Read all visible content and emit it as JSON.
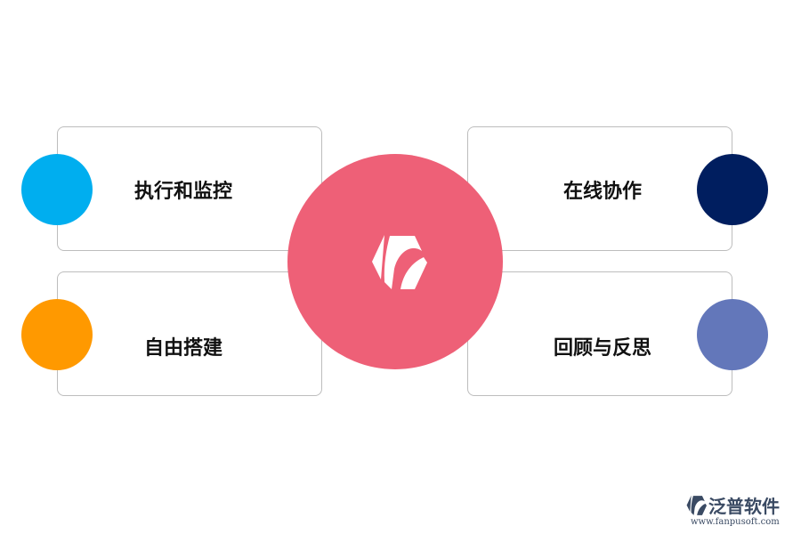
{
  "diagram": {
    "items": [
      {
        "label": "执行和监控",
        "color": "#00AEEF"
      },
      {
        "label": "在线协作",
        "color": "#001E5F"
      },
      {
        "label": "自由搭建",
        "color": "#FF9900"
      },
      {
        "label": "回顾与反思",
        "color": "#6377BA"
      }
    ],
    "center": {
      "color": "#EE6077",
      "logo": "fanpu-logo-icon"
    }
  },
  "watermark": {
    "brand": "泛普软件",
    "url": "www.fanpusoft.com",
    "color": "#3A4A63",
    "icon": "fanpu-logo-icon"
  }
}
